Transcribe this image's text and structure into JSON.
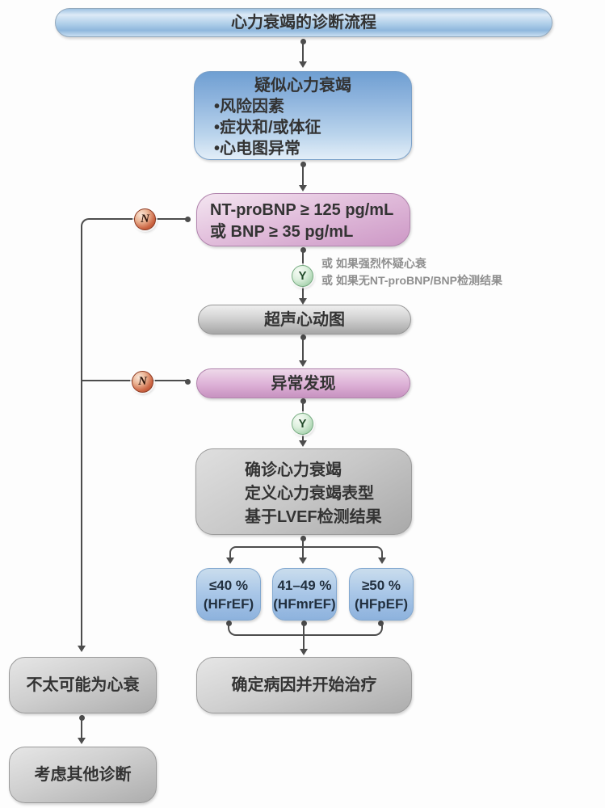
{
  "title": "心力衰竭的诊断流程",
  "colors": {
    "box_blue_top": "#6f9fd2",
    "box_blue_bottom": "#e3eef8",
    "box_pink_top": "#f4e6f1",
    "box_pink_bottom": "#cd98c6",
    "box_gray_top": "#e6e6e6",
    "box_gray_bottom": "#adadad",
    "ef_blue_top": "#cadded",
    "ef_blue_bottom": "#8db2dd",
    "branch_no_circle": "#a33d22",
    "branch_yes_circle": "#8cbf96",
    "connector_line": "#4d4d4d",
    "box_text": "#333333",
    "annotation_text": "#8f8f8f"
  },
  "nodes": {
    "suspect": {
      "title": "疑似心力衰竭",
      "bullets": [
        "•风险因素",
        "•症状和/或体征",
        "•心电图异常"
      ]
    },
    "bnp": {
      "line1": "NT-proBNP ≥ 125 pg/mL",
      "line2": "或 BNP ≥ 35 pg/mL"
    },
    "echo": {
      "label": "超声心动图"
    },
    "abnormal": {
      "label": "异常发现"
    },
    "diagnose": {
      "line1": "确诊心力衰竭",
      "line2": "定义心力衰竭表型",
      "line3": "基于LVEF检测结果"
    },
    "ef_reduced": {
      "value": "≤40 %",
      "label": "(HFrEF)"
    },
    "ef_mid": {
      "value": "41–49 %",
      "label": "(HFmrEF)"
    },
    "ef_preserved": {
      "value": "≥50 %",
      "label": "(HFpEF)"
    },
    "treat": {
      "label": "确定病因并开始治疗"
    },
    "unlikely": {
      "label": "不太可能为心衰"
    },
    "consider": {
      "label": "考虑其他诊断"
    }
  },
  "branches": {
    "no": "N",
    "yes": "Y"
  },
  "annotations": {
    "yes_alt1": "或 如果强烈怀疑心衰",
    "yes_alt2": "或 如果无NT-proBNP/BNP检测结果"
  }
}
